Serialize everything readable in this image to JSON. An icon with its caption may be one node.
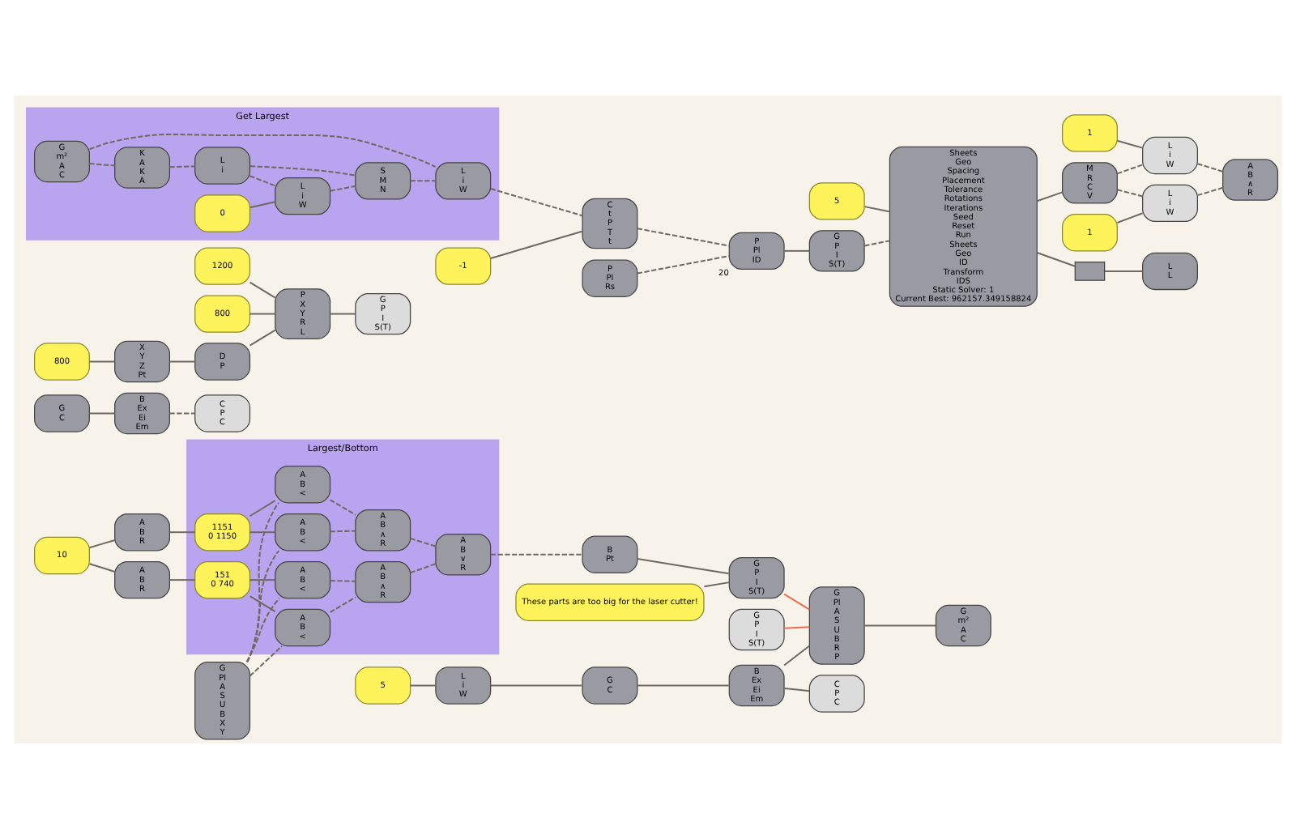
{
  "diagram": {
    "nodes": [
      {
        "text": [
          "Largest/Bottom"
        ]
      },
      {
        "text": [
          "A",
          "B",
          "<"
        ],
        "in": 0
      },
      {
        "text": [
          "A",
          "B",
          "<"
        ],
        "in": 0
      },
      {
        "text": [
          "A",
          "B",
          "<"
        ],
        "in": 0
      },
      {
        "text": [
          "A",
          "B",
          "<"
        ],
        "in": 0
      },
      {
        "text": [
          "A",
          "B",
          "∧",
          "R"
        ],
        "in": 0
      },
      {
        "text": [
          "A",
          "B",
          "∧",
          "R"
        ],
        "in": 0
      },
      {
        "text": [
          "A",
          "B",
          "∨",
          "R"
        ],
        "in": 0
      },
      {
        "text": [
          "1151",
          "0 1150"
        ],
        "in": 0
      },
      {
        "text": [
          "151",
          "0 740"
        ],
        "in": 0
      },
      {
        "text": [
          "G",
          "Pl",
          "A",
          "S",
          "U",
          "B",
          "X",
          "Y"
        ]
      },
      {
        "text": [
          "10"
        ]
      },
      {
        "text": [
          "A",
          "B",
          "R"
        ]
      },
      {
        "text": [
          "A",
          "B",
          "R"
        ]
      },
      {
        "text": [
          "B",
          "Pt"
        ]
      },
      {
        "text": [
          "These parts are too big for the laser cutter!"
        ]
      },
      {
        "text": [
          "G",
          "P",
          "I",
          "S(T)"
        ]
      },
      {
        "text": [
          "G",
          "P",
          "I",
          "S(T)"
        ]
      },
      {
        "text": [
          "G",
          "Pl",
          "A",
          "S",
          "U",
          "B",
          "R",
          "P"
        ]
      },
      {
        "text": [
          "G",
          "m²",
          "A",
          "C"
        ]
      },
      {
        "text": [
          "5"
        ]
      },
      {
        "text": [
          "L",
          "i",
          "W"
        ]
      },
      {
        "text": [
          "G",
          "C"
        ]
      },
      {
        "text": [
          "B",
          "Ex",
          "Ei",
          "Em"
        ]
      },
      {
        "text": [
          "C",
          "P",
          "C"
        ]
      },
      {
        "text": [
          "G",
          "C"
        ]
      },
      {
        "text": [
          "B",
          "Ex",
          "Ei",
          "Em"
        ]
      },
      {
        "text": [
          "C",
          "P",
          "C"
        ]
      },
      {
        "text": [
          "800"
        ]
      },
      {
        "text": [
          "X",
          "Y",
          "Z",
          "Pt"
        ]
      },
      {
        "text": [
          "D",
          "P"
        ]
      },
      {
        "text": [
          "1200"
        ]
      },
      {
        "text": [
          "800"
        ]
      },
      {
        "text": [
          "P",
          "X",
          "Y",
          "R",
          "L"
        ]
      },
      {
        "text": [
          "G",
          "P",
          "I",
          "S(T)"
        ]
      },
      {
        "text": [
          "G",
          "P",
          "I",
          "S(T)"
        ]
      },
      {
        "text": [
          "Get Largest"
        ]
      },
      {
        "text": [
          "G",
          "m²",
          "A",
          "C"
        ],
        "in": 36
      },
      {
        "text": [
          "K",
          "A",
          "K",
          "A"
        ],
        "in": 36
      },
      {
        "text": [
          "L",
          "i"
        ],
        "in": 36
      },
      {
        "text": [
          "0"
        ],
        "in": 36
      },
      {
        "text": [
          "L",
          "i",
          "W"
        ],
        "in": 36
      },
      {
        "text": [
          "S",
          "M",
          "N"
        ],
        "in": 36
      },
      {
        "text": [
          "L",
          "i",
          "W"
        ],
        "in": 36
      },
      {
        "text": [
          "-1"
        ]
      },
      {
        "text": [
          "C",
          "t",
          "P",
          "T",
          "t"
        ]
      },
      {
        "text": [
          "P",
          "Pl",
          "Rs"
        ]
      },
      {
        "text": [
          "P",
          "Pl",
          "ID"
        ],
        "beside": [
          "20"
        ]
      },
      {
        "text": [
          "Sheets",
          "Geo",
          "Spacing",
          "Placement",
          "Tolerance",
          "Rotations",
          "Iterations",
          "Seed",
          "Reset",
          "Run",
          "Sheets",
          "Geo",
          "ID",
          "Transform",
          "IDS",
          "Static Solver: 1",
          "Current Best: 962157.349158824"
        ]
      },
      {
        "text": [
          "5"
        ]
      },
      {
        "text": [],
        "shape": "box"
      },
      {
        "text": [
          "L",
          "L"
        ]
      },
      {
        "text": [
          "M",
          "R",
          "C",
          "V"
        ]
      },
      {
        "text": [
          "1"
        ]
      },
      {
        "text": [
          "L",
          "i",
          "W"
        ]
      },
      {
        "text": [
          "1"
        ]
      },
      {
        "text": [
          "L",
          "i",
          "W"
        ]
      },
      {
        "text": [
          "A",
          "B",
          "∧",
          "R"
        ]
      }
    ],
    "edges": [
      {
        "from": 10,
        "to": 1,
        "arrow": "none",
        "style": "dashed"
      },
      {
        "from": 10,
        "to": 2,
        "arrow": "none",
        "style": "dashed"
      },
      {
        "from": 10,
        "to": 3,
        "arrow": "none",
        "style": "dashed"
      },
      {
        "from": 10,
        "to": 4,
        "arrow": "none",
        "style": "dashed"
      },
      {
        "from": 8,
        "to": 1,
        "arrow": "none"
      },
      {
        "from": 8,
        "to": 2,
        "arrow": "none"
      },
      {
        "from": 9,
        "to": 3,
        "arrow": "none"
      },
      {
        "from": 9,
        "to": 4,
        "arrow": "none"
      },
      {
        "from": 1,
        "to": 5,
        "arrow": "none",
        "style": "dashed"
      },
      {
        "from": 2,
        "to": 5,
        "arrow": "none",
        "style": "dashed"
      },
      {
        "from": 3,
        "to": 6,
        "arrow": "none",
        "style": "dashed"
      },
      {
        "from": 4,
        "to": 6,
        "arrow": "none",
        "style": "dashed"
      },
      {
        "from": 5,
        "to": 7,
        "arrow": "none",
        "style": "dashed"
      },
      {
        "from": 6,
        "to": 7,
        "arrow": "none",
        "style": "dashed"
      },
      {
        "from": 7,
        "to": 14,
        "arrow": "none",
        "style": "dashed"
      },
      {
        "from": 11,
        "to": 12,
        "arrow": "none"
      },
      {
        "from": 11,
        "to": 13,
        "arrow": "none"
      },
      {
        "from": 12,
        "to": 8,
        "arrow": "none"
      },
      {
        "from": 13,
        "to": 9,
        "arrow": "none"
      },
      {
        "from": 15,
        "to": 16,
        "arrow": "none"
      },
      {
        "from": 14,
        "to": 16,
        "arrow": "none"
      },
      {
        "from": 16,
        "to": 18,
        "arrow": "none",
        "color": "#e8704f"
      },
      {
        "from": 17,
        "to": 18,
        "arrow": "none",
        "color": "#e8704f"
      },
      {
        "from": 18,
        "to": 19,
        "arrow": "none"
      },
      {
        "from": 20,
        "to": 21,
        "arrow": "none"
      },
      {
        "from": 21,
        "to": 22,
        "arrow": "none"
      },
      {
        "from": 22,
        "to": 23,
        "arrow": "none"
      },
      {
        "from": 23,
        "to": 24,
        "arrow": "none"
      },
      {
        "from": 23,
        "to": 18,
        "arrow": "none"
      },
      {
        "from": 25,
        "to": 26,
        "arrow": "none"
      },
      {
        "from": 26,
        "to": 27,
        "arrow": "none",
        "style": "dashed"
      },
      {
        "from": 28,
        "to": 29,
        "arrow": "none"
      },
      {
        "from": 29,
        "to": 30,
        "arrow": "none"
      },
      {
        "from": 30,
        "to": 33,
        "arrow": "none"
      },
      {
        "from": 31,
        "to": 33,
        "arrow": "none"
      },
      {
        "from": 32,
        "to": 33,
        "arrow": "none"
      },
      {
        "from": 33,
        "to": 34,
        "arrow": "none"
      },
      {
        "from": 35,
        "to": 48,
        "arrow": "none",
        "style": "dashed"
      },
      {
        "from": 37,
        "to": 38,
        "arrow": "none",
        "style": "dashed"
      },
      {
        "from": 38,
        "to": 39,
        "arrow": "none",
        "style": "dashed"
      },
      {
        "from": 39,
        "to": 42,
        "arrow": "none",
        "style": "dashed"
      },
      {
        "from": 40,
        "to": 41,
        "arrow": "none"
      },
      {
        "from": 39,
        "to": 41,
        "arrow": "none",
        "style": "dashed"
      },
      {
        "from": 41,
        "to": 42,
        "arrow": "none",
        "style": "dashed"
      },
      {
        "from": 42,
        "to": 43,
        "arrow": "none",
        "style": "dashed"
      },
      {
        "from": 37,
        "to": 43,
        "arrow": "none",
        "style": "dashed"
      },
      {
        "from": 43,
        "to": 45,
        "arrow": "none",
        "style": "dashed"
      },
      {
        "from": 44,
        "to": 45,
        "arrow": "none"
      },
      {
        "from": 45,
        "to": 47,
        "arrow": "none",
        "style": "dashed"
      },
      {
        "from": 46,
        "to": 47,
        "arrow": "none",
        "style": "dashed"
      },
      {
        "from": 47,
        "to": 35,
        "arrow": "none"
      },
      {
        "from": 49,
        "to": 48,
        "arrow": "none"
      },
      {
        "from": 48,
        "to": 50,
        "arrow": "none"
      },
      {
        "from": 50,
        "to": 51,
        "arrow": "none"
      },
      {
        "from": 48,
        "to": 52,
        "arrow": "none"
      },
      {
        "from": 52,
        "to": 54,
        "arrow": "none",
        "style": "dashed"
      },
      {
        "from": 52,
        "to": 56,
        "arrow": "none",
        "style": "dashed"
      },
      {
        "from": 53,
        "to": 54,
        "arrow": "none"
      },
      {
        "from": 55,
        "to": 56,
        "arrow": "none"
      },
      {
        "from": 54,
        "to": 57,
        "arrow": "none",
        "style": "dashed"
      },
      {
        "from": 56,
        "to": 57,
        "arrow": "none",
        "style": "dashed"
      }
    ]
  }
}
